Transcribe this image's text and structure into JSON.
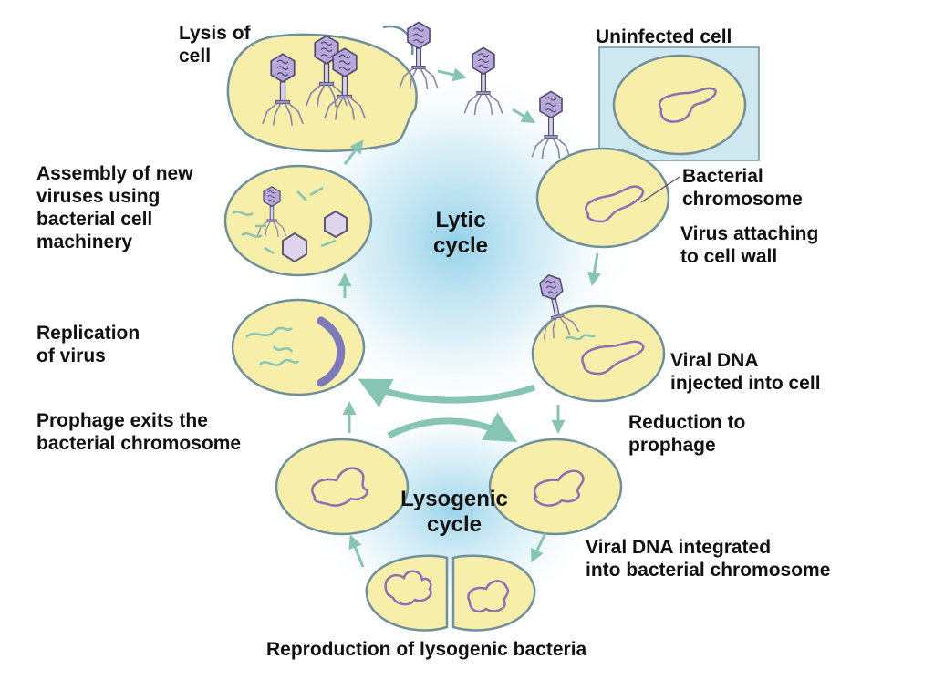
{
  "colors": {
    "cell_fill": "#f7eeaa",
    "cell_stroke": "#6f8f9c",
    "dna": "#8a6fb3",
    "virus_head": "#b8a8dc",
    "virus_stroke": "#5b5678",
    "arrow": "#86c4b4",
    "halo": "#9fd4ea",
    "uninfected_box": "#cfe8f0",
    "prophage_band": "#7e79b8"
  },
  "icons": [
    "bacteriophage-icon",
    "arrow-icon"
  ],
  "labels": {
    "lysis": [
      "Lysis of",
      "cell"
    ],
    "uninfected": "Uninfected cell",
    "bacterial_chromosome": [
      "Bacterial",
      "chromosome"
    ],
    "virus_attaching": [
      "Virus attaching",
      "to cell wall"
    ],
    "assembly": [
      "Assembly of new",
      "viruses using",
      "bacterial cell",
      "machinery"
    ],
    "lytic_cycle": [
      "Lytic",
      "cycle"
    ],
    "replication": [
      "Replication",
      "of virus"
    ],
    "viral_dna_injected": [
      "Viral DNA",
      "injected into cell"
    ],
    "prophage_exits": [
      "Prophage exits the",
      "bacterial chromosome"
    ],
    "reduction": [
      "Reduction to",
      "prophage"
    ],
    "lysogenic_cycle": [
      "Lysogenic",
      "cycle"
    ],
    "viral_dna_integrated": [
      "Viral DNA integrated",
      "into bacterial chromosome"
    ],
    "reproduction": "Reproduction of lysogenic bacteria"
  }
}
